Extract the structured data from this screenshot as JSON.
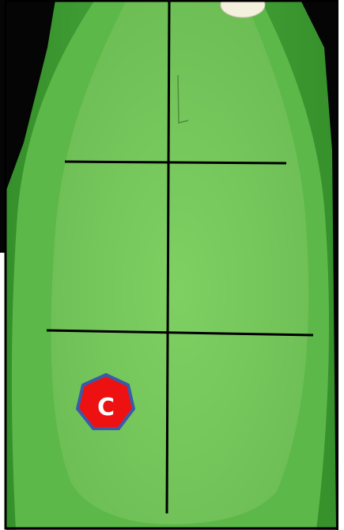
{
  "marker": {
    "label": "C",
    "fill_color": "#ee1111",
    "border_color": "#3b5aa8",
    "text_color": "#ffffff"
  },
  "colors": {
    "rough": "#3f9c33",
    "fairway": "#5cbf4a",
    "green": "#77c95d",
    "hole": "#f4f0de",
    "lines": "#000000",
    "frame": "#000000",
    "background": "#000000"
  },
  "lines": {
    "grid": "crosshair-grid",
    "count_horizontal": 2,
    "count_vertical": 1
  }
}
